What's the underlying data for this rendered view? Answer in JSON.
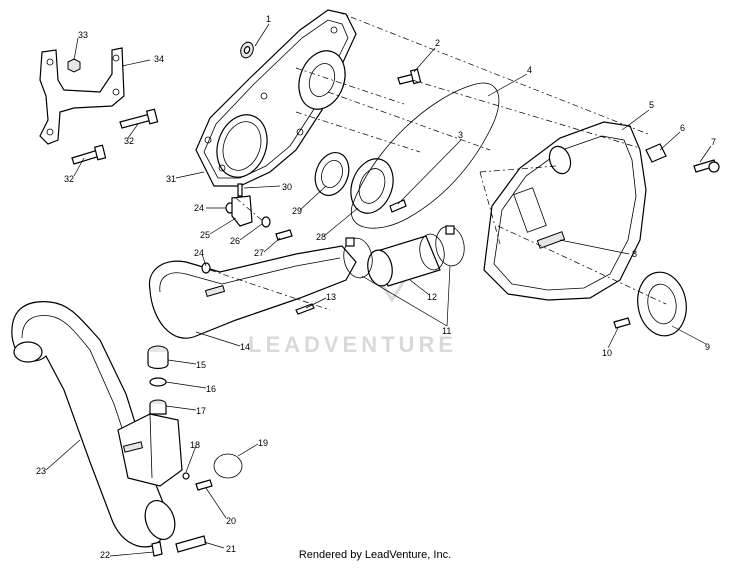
{
  "diagram": {
    "watermark": "LEADVENTURE",
    "footer": "Rendered by LeadVenture, Inc.",
    "callouts": {
      "c1": "1",
      "c2": "2",
      "c3": "3",
      "c4": "4",
      "c5": "5",
      "c6": "6",
      "c7": "7",
      "c8": "8",
      "c9": "9",
      "c10": "10",
      "c11": "11",
      "c12": "12",
      "c13": "13",
      "c14": "14",
      "c15": "15",
      "c16": "16",
      "c17": "17",
      "c18": "18",
      "c19": "19",
      "c20": "20",
      "c21": "21",
      "c22": "22",
      "c23": "23",
      "c24a": "24",
      "c24b": "24",
      "c25": "25",
      "c26": "26",
      "c27": "27",
      "c28": "28",
      "c29": "29",
      "c30": "30",
      "c31": "31",
      "c32a": "32",
      "c32b": "32",
      "c33": "33",
      "c34": "34"
    }
  }
}
